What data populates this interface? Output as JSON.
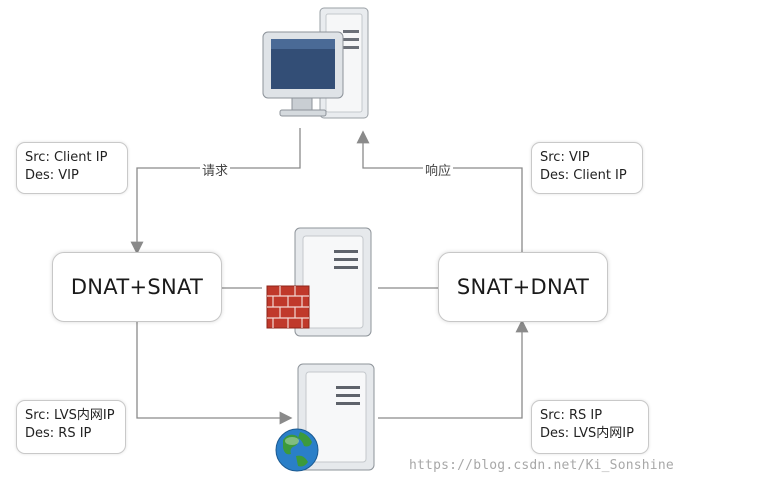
{
  "diagram": {
    "notes": {
      "client_request": {
        "src": "Src: Client IP",
        "des": "Des: VIP"
      },
      "client_response": {
        "src": "Src: VIP",
        "des": "Des: Client IP"
      },
      "rs_request": {
        "src": "Src: LVS内网IP",
        "des": "Des: RS IP"
      },
      "rs_response": {
        "src": "Src: RS IP",
        "des": "Des: LVS内网IP"
      }
    },
    "boxes": {
      "left": "DNAT+SNAT",
      "right": "SNAT+DNAT"
    },
    "edge_labels": {
      "request": "请求",
      "response": "响应"
    },
    "icons": {
      "client": "desktop-computer-icon",
      "lvs": "server-with-firewall-icon",
      "real_server": "server-with-globe-icon"
    },
    "colors": {
      "arrow": "#8a8a8a",
      "firewall": "#c0392b",
      "monitor_screen": "#334e76",
      "globe": "#2a7fc8"
    }
  },
  "watermark": "https://blog.csdn.net/Ki_Sonshine"
}
